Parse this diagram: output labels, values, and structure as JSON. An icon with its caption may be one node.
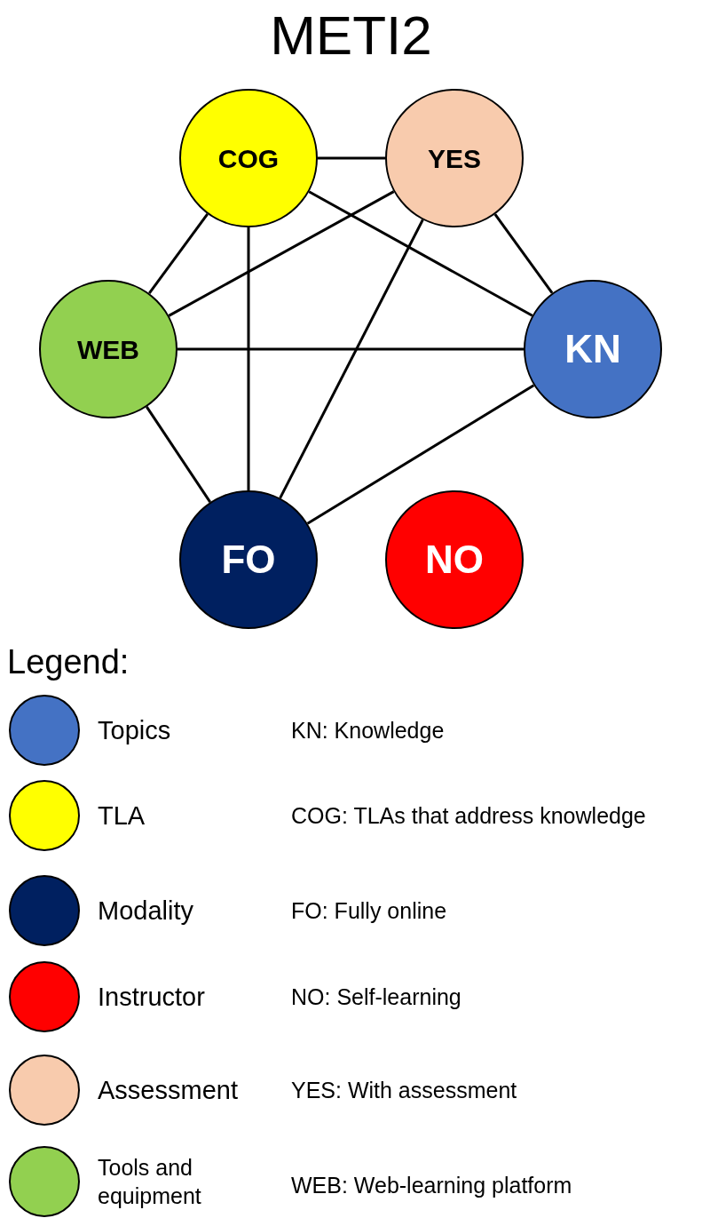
{
  "diagram": {
    "title": "METI2",
    "nodes": [
      {
        "text": [
          "COG"
        ]
      },
      {
        "text": [
          "YES"
        ]
      },
      {
        "text": [
          "WEB"
        ]
      },
      {
        "text": [
          "KN"
        ]
      },
      {
        "text": [
          "FO"
        ]
      },
      {
        "text": [
          "NO"
        ]
      }
    ],
    "edges": [
      {
        "from": 0,
        "to": 1,
        "arrow": "none"
      },
      {
        "from": 0,
        "to": 2,
        "arrow": "none"
      },
      {
        "from": 1,
        "to": 3,
        "arrow": "none"
      },
      {
        "from": 0,
        "to": 4,
        "arrow": "none"
      },
      {
        "from": 0,
        "to": 3,
        "arrow": "none"
      },
      {
        "from": 1,
        "to": 2,
        "arrow": "none"
      },
      {
        "from": 1,
        "to": 4,
        "arrow": "none"
      },
      {
        "from": 2,
        "to": 3,
        "arrow": "none"
      },
      {
        "from": 3,
        "to": 4,
        "arrow": "none"
      },
      {
        "from": 2,
        "to": 4,
        "arrow": "none"
      }
    ],
    "labels": [
      "Legend:",
      "KN: Knowledge",
      "COG: TLAs that address knowledge",
      "FO: Fully online",
      "NO: Self-learning",
      "YES: With assessment",
      "WEB: Web-learning platform"
    ],
    "legend": [
      {
        "text": "Topics",
        "color": "#4472c4"
      },
      {
        "text": "TLA",
        "color": "#ffff00"
      },
      {
        "text": "Modality",
        "color": "#002060"
      },
      {
        "text": "Instructor",
        "color": "#ff0000"
      },
      {
        "text": "Assessment",
        "color": "#f8cbad"
      },
      {
        "text": "Tools and equipment",
        "color": "#92d050"
      }
    ]
  }
}
